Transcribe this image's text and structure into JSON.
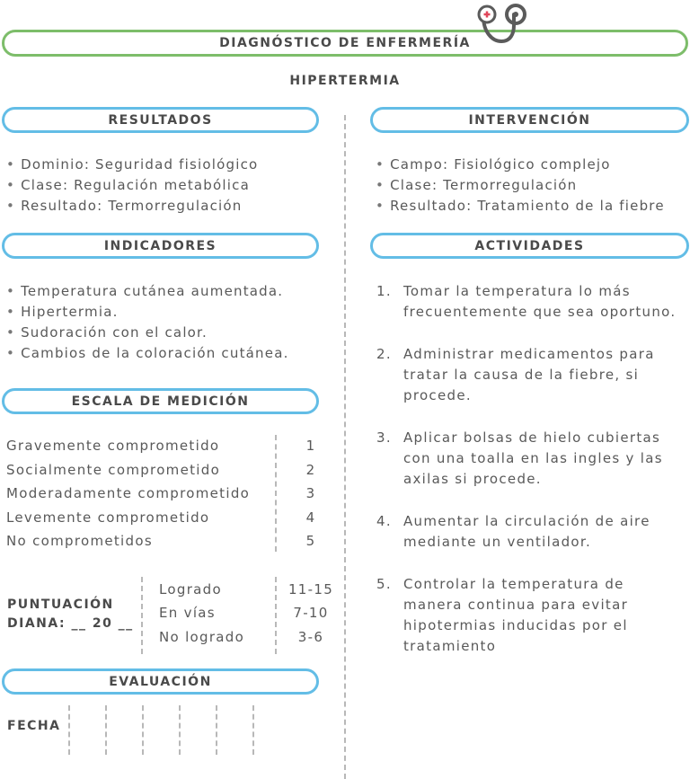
{
  "header": {
    "title": "DIAGNÓSTICO DE ENFERMERÍA",
    "icon": "stethoscope-icon"
  },
  "diagnosis": "HIPERTERMIA",
  "resultados": {
    "title": "RESULTADOS",
    "items": [
      "Dominio: Seguridad fisiológico",
      "Clase: Regulación metabólica",
      "Resultado: Termorregulación"
    ]
  },
  "intervencion": {
    "title": "INTERVENCIÓN",
    "items": [
      "Campo: Fisiológico complejo",
      "Clase: Termorregulación",
      "Resultado: Tratamiento de la fiebre"
    ]
  },
  "indicadores": {
    "title": "INDICADORES",
    "items": [
      "Temperatura cutánea aumentada.",
      "Hipertermia.",
      "Sudoración con el calor.",
      "Cambios de la coloración cutánea."
    ]
  },
  "actividades": {
    "title": "ACTIVIDADES",
    "items": [
      {
        "n": "1.",
        "lines": [
          "Tomar la temperatura lo más",
          "frecuentemente que sea oportuno."
        ]
      },
      {
        "n": "2.",
        "lines": [
          "Administrar medicamentos para",
          "tratar la causa de la fiebre, si",
          "procede."
        ]
      },
      {
        "n": "3.",
        "lines": [
          "Aplicar bolsas de hielo cubiertas",
          "con una toalla en las ingles y las",
          "axilas si procede."
        ]
      },
      {
        "n": "4.",
        "lines": [
          "Aumentar la circulación de aire",
          "mediante un ventilador."
        ]
      },
      {
        "n": "5.",
        "lines": [
          "Controlar la temperatura de",
          "manera continua para evitar",
          "hipotermias inducidas por el",
          "tratamiento"
        ]
      }
    ]
  },
  "escala": {
    "title": "ESCALA DE MEDICIÓN",
    "rows": [
      {
        "label": "Gravemente comprometido",
        "value": "1"
      },
      {
        "label": "Socialmente comprometido",
        "value": "2"
      },
      {
        "label": "Moderadamente comprometido",
        "value": "3"
      },
      {
        "label": "Levemente comprometido",
        "value": "4"
      },
      {
        "label": "No comprometidos",
        "value": "5"
      }
    ]
  },
  "puntuacion": {
    "label_line1": "PUNTUACIÓN",
    "label_line2": "DIANA: __ 20 __",
    "rows": [
      {
        "label": "Logrado",
        "range": "11-15"
      },
      {
        "label": "En vías",
        "range": "7-10"
      },
      {
        "label": "No logrado",
        "range": "3-6"
      }
    ]
  },
  "evaluacion": {
    "title": "EVALUACIÓN",
    "fecha_label": "FECHA"
  },
  "colors": {
    "blue": "#63bde6",
    "green": "#7dbd6a",
    "text": "#595959",
    "dash": "#b8b8b8"
  }
}
